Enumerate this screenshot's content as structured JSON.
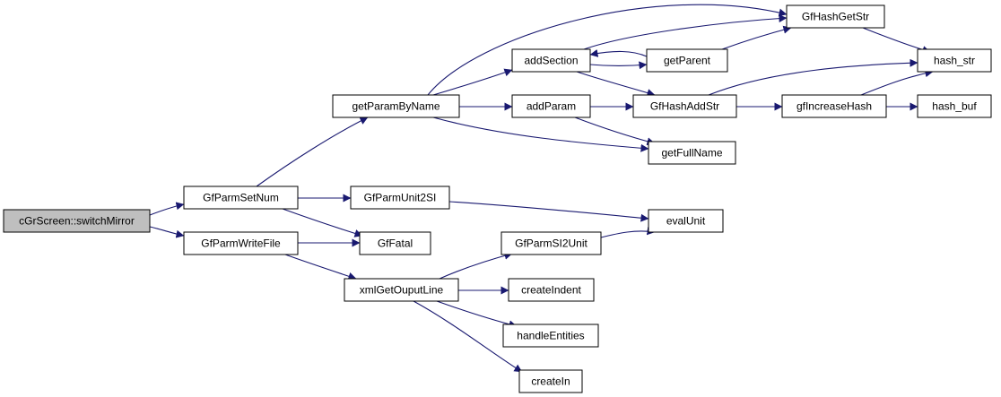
{
  "colors": {
    "edge": "#191970",
    "node_fill": "#ffffff",
    "root_fill": "#bfbfbf",
    "border": "#000000"
  },
  "nodes": [
    {
      "id": "switchMirror",
      "label": "cGrScreen::switchMirror",
      "root": true
    },
    {
      "id": "parmSetNum",
      "label": "GfParmSetNum"
    },
    {
      "id": "parmWriteFile",
      "label": "GfParmWriteFile"
    },
    {
      "id": "getParamByName",
      "label": "getParamByName"
    },
    {
      "id": "parmUnit2SI",
      "label": "GfParmUnit2SI"
    },
    {
      "id": "gfFatal",
      "label": "GfFatal"
    },
    {
      "id": "xmlGetOuputLine",
      "label": "xmlGetOuputLine"
    },
    {
      "id": "addSection",
      "label": "addSection"
    },
    {
      "id": "addParam",
      "label": "addParam"
    },
    {
      "id": "getParent",
      "label": "getParent"
    },
    {
      "id": "gfHashGetStr",
      "label": "GfHashGetStr"
    },
    {
      "id": "gfHashAddStr",
      "label": "GfHashAddStr"
    },
    {
      "id": "getFullName",
      "label": "getFullName"
    },
    {
      "id": "evalUnit",
      "label": "evalUnit"
    },
    {
      "id": "parmSI2Unit",
      "label": "GfParmSI2Unit"
    },
    {
      "id": "createIndent",
      "label": "createIndent"
    },
    {
      "id": "handleEntities",
      "label": "handleEntities"
    },
    {
      "id": "createIn",
      "label": "createIn"
    },
    {
      "id": "gfIncreaseHash",
      "label": "gfIncreaseHash"
    },
    {
      "id": "hashStr",
      "label": "hash_str"
    },
    {
      "id": "hashBuf",
      "label": "hash_buf"
    }
  ],
  "edges": [
    [
      "switchMirror",
      "parmSetNum"
    ],
    [
      "switchMirror",
      "parmWriteFile"
    ],
    [
      "parmSetNum",
      "getParamByName"
    ],
    [
      "parmSetNum",
      "parmUnit2SI"
    ],
    [
      "parmSetNum",
      "gfFatal"
    ],
    [
      "parmWriteFile",
      "gfFatal"
    ],
    [
      "parmWriteFile",
      "xmlGetOuputLine"
    ],
    [
      "getParamByName",
      "gfHashGetStr"
    ],
    [
      "getParamByName",
      "addSection"
    ],
    [
      "getParamByName",
      "addParam"
    ],
    [
      "getParamByName",
      "getFullName"
    ],
    [
      "addSection",
      "gfHashGetStr"
    ],
    [
      "addSection",
      "getParent"
    ],
    [
      "addSection",
      "gfHashAddStr"
    ],
    [
      "getParent",
      "addSection"
    ],
    [
      "getParent",
      "gfHashGetStr"
    ],
    [
      "addParam",
      "gfHashAddStr"
    ],
    [
      "addParam",
      "getFullName"
    ],
    [
      "gfHashGetStr",
      "hashStr"
    ],
    [
      "gfHashAddStr",
      "gfIncreaseHash"
    ],
    [
      "gfHashAddStr",
      "hashStr"
    ],
    [
      "gfIncreaseHash",
      "hashStr"
    ],
    [
      "gfIncreaseHash",
      "hashBuf"
    ],
    [
      "parmUnit2SI",
      "evalUnit"
    ],
    [
      "xmlGetOuputLine",
      "parmSI2Unit"
    ],
    [
      "xmlGetOuputLine",
      "createIndent"
    ],
    [
      "xmlGetOuputLine",
      "handleEntities"
    ],
    [
      "xmlGetOuputLine",
      "createIn"
    ],
    [
      "parmSI2Unit",
      "evalUnit"
    ]
  ]
}
